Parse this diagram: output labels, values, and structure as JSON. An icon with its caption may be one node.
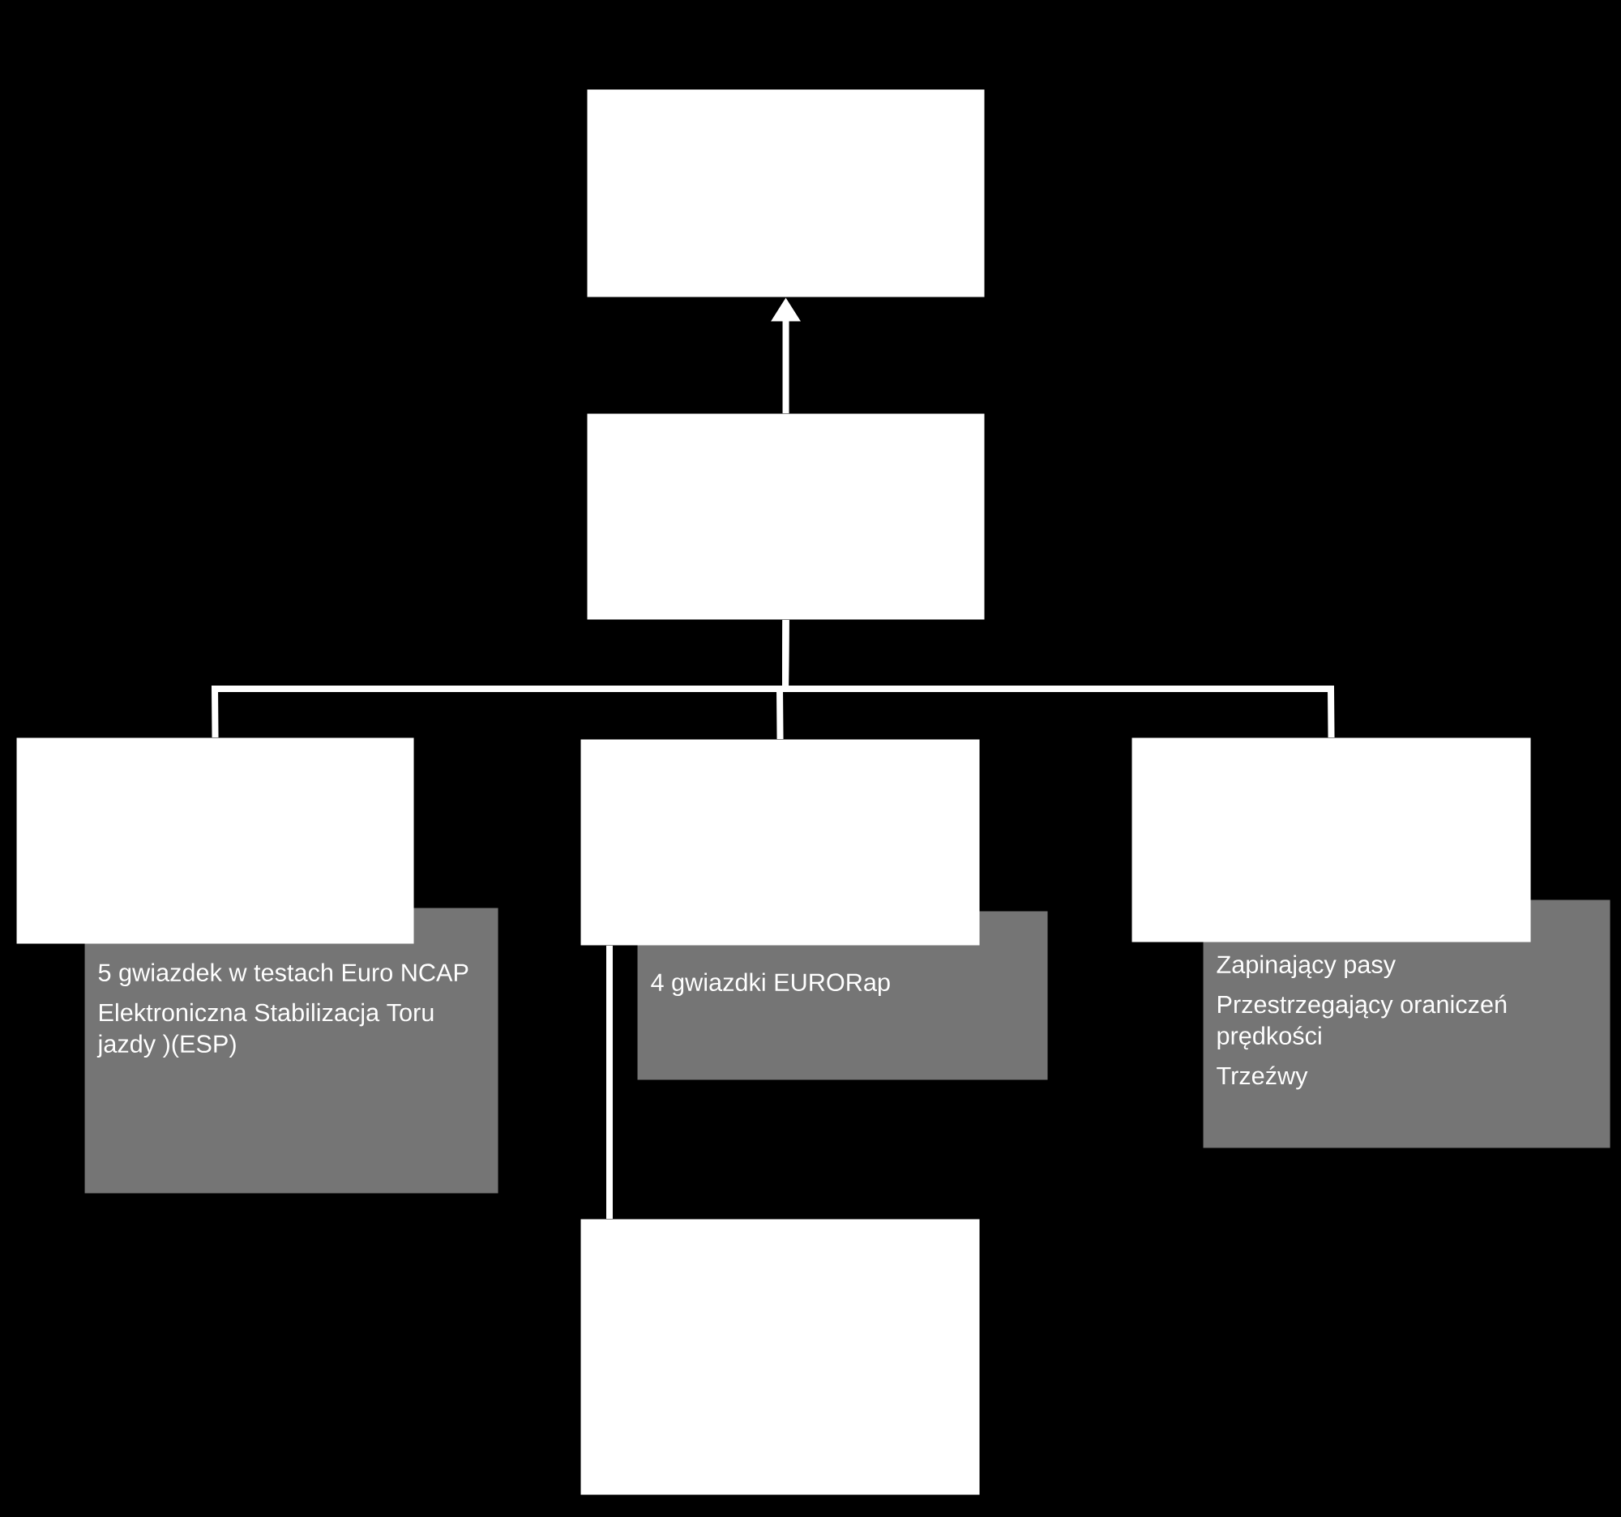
{
  "diagram": {
    "nodes": [
      {
        "text": [],
        "shape": "box"
      },
      {
        "text": [],
        "shape": "box"
      },
      {
        "text": [],
        "shape": "box"
      },
      {
        "text": [
          "5 gwiazdek w testach Euro NCAP",
          "Elektroniczna Stabilizacja Toru jazdy )(ESP)"
        ]
      },
      {
        "text": [],
        "shape": "box"
      },
      {
        "text": [
          "4 gwiazdki EURORap"
        ]
      },
      {
        "text": [],
        "shape": "box"
      },
      {
        "text": [
          "Zapinający pasy",
          "Przestrzegający oraniczeń prędkości",
          "Trzeźwy"
        ]
      },
      {
        "text": [],
        "shape": "box"
      }
    ],
    "edges": [
      {
        "from": 1,
        "to": 0,
        "arrow": "to"
      },
      {
        "from": 1,
        "to": 2,
        "arrow": "none"
      },
      {
        "from": 1,
        "to": 4,
        "arrow": "none"
      },
      {
        "from": 1,
        "to": 6,
        "arrow": "none"
      },
      {
        "from": 4,
        "to": 8,
        "arrow": "none"
      }
    ]
  }
}
